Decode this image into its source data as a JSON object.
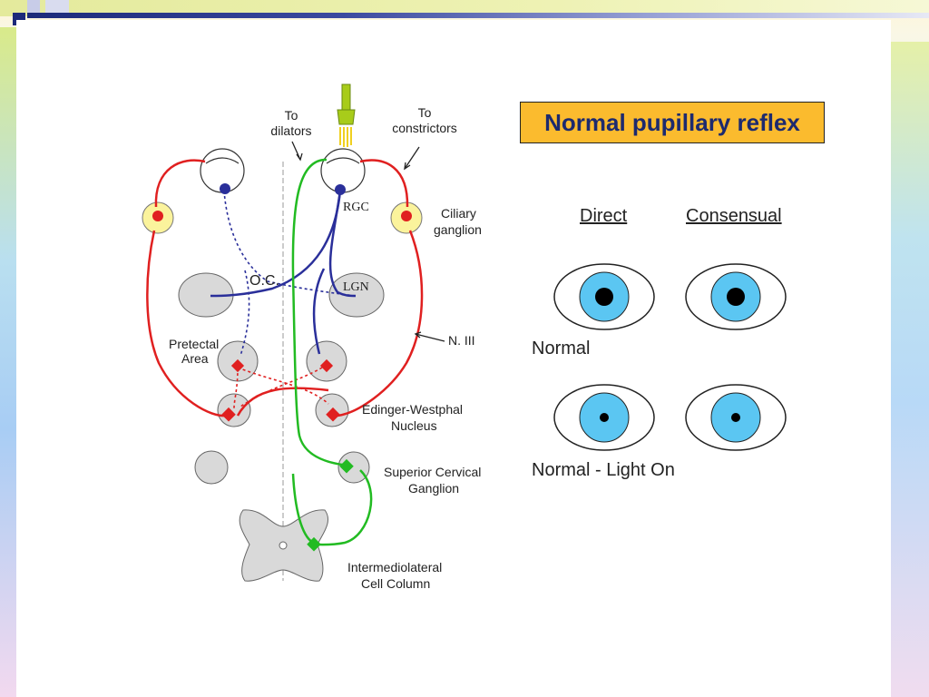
{
  "title": "Normal pupillary reflex",
  "columns": {
    "direct": "Direct",
    "consensual": "Consensual"
  },
  "rows": [
    {
      "label": "Normal",
      "pupil_state": "dilated"
    },
    {
      "label": "Normal - Light On",
      "pupil_state": "constricted"
    }
  ],
  "diagram_labels": {
    "to_dilators": [
      "To",
      "dilators"
    ],
    "to_constrictors": [
      "To",
      "constrictors"
    ],
    "rgc": "RGC",
    "ciliary_ganglion": [
      "Ciliary",
      "ganglion"
    ],
    "oc": "O.C.",
    "lgn": "LGN",
    "n3": "N. III",
    "pretectal": [
      "Pretectal",
      "Area"
    ],
    "edinger": [
      "Edinger-Westphal",
      "Nucleus"
    ],
    "superior_cervical": [
      "Superior Cervical",
      "Ganglion"
    ],
    "intermediolateral": [
      "Intermediolateral",
      "Cell Column"
    ]
  },
  "colors": {
    "parasympathetic": "#e02020",
    "afferent": "#2a2f9a",
    "sympathetic": "#22bb22",
    "iris": "#5bc6f2",
    "title_bg": "#fbbb2e",
    "title_text": "#1d2a6e"
  }
}
